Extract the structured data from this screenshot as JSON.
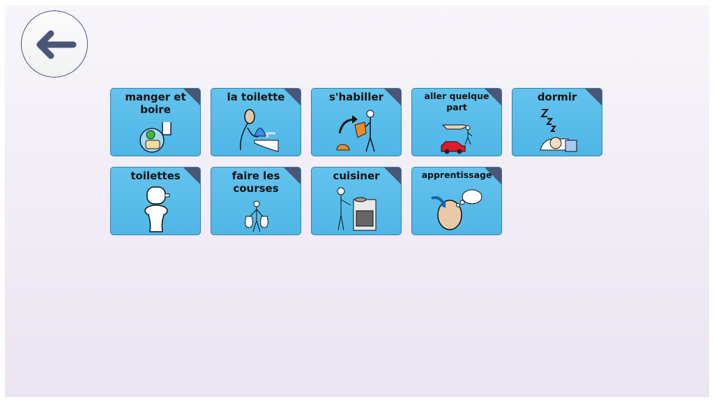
{
  "back_button": {
    "icon": "arrow-left-icon",
    "color": "#4a5577"
  },
  "tiles": [
    {
      "label": "manger et boire",
      "icon": "food-drink-icon"
    },
    {
      "label": "la toilette",
      "icon": "washing-icon"
    },
    {
      "label": "s'habiller",
      "icon": "dressing-icon"
    },
    {
      "label": "aller quelque part",
      "icon": "go-somewhere-icon"
    },
    {
      "label": "dormir",
      "icon": "sleep-icon"
    },
    {
      "label": "toilettes",
      "icon": "toilet-icon"
    },
    {
      "label": "faire les courses",
      "icon": "shopping-icon"
    },
    {
      "label": "cuisiner",
      "icon": "cooking-icon"
    },
    {
      "label": "apprentissage",
      "icon": "learning-icon"
    }
  ],
  "colors": {
    "tile": "#5bbde9",
    "corner": "#4a5577"
  }
}
